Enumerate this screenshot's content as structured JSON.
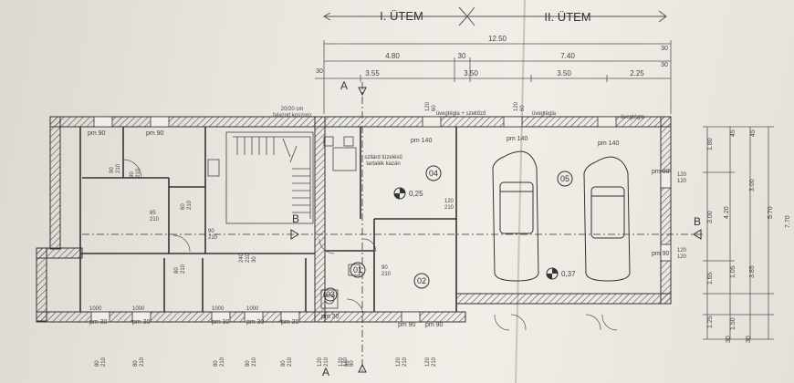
{
  "phases": {
    "phase1": "I. ÜTEM",
    "phase2": "II. ÜTEM"
  },
  "top_dims": {
    "total": "12.50",
    "row2_left": "4.80",
    "row2_mid": "30",
    "row2_right": "7.40",
    "row3_a": "3.55",
    "row3_b": "3.50",
    "row3_c": "3.50",
    "row3_d": "2.25",
    "edge_a": "30",
    "edge_b": "30",
    "edge_c": "30"
  },
  "notes": {
    "falazott_koszoru": "falazott koszorú",
    "falazott_size": "20/20 cm",
    "uvegtegla_szellozo": "üvegtégla + szellőző",
    "uvegtegla_1": "üvegtégla",
    "uvegtegla_2": "üvegtégla",
    "szilard_tuzeles": "szilárd tüzelésű",
    "tartalek_kazan": "tartalék kazán"
  },
  "section_marks": {
    "a_top": "A",
    "a_bottom": "A",
    "b_left": "B",
    "b_right": "B"
  },
  "rooms": {
    "r01": "01",
    "r02": "02",
    "r03": "03",
    "r04": "04",
    "r05": "05"
  },
  "levels": {
    "l1": "0,25",
    "l2": "0,37"
  },
  "parapets": {
    "p1": "pm 90",
    "p2": "pm 90",
    "p3": "pm 140",
    "p4": "pm 140",
    "p5": "pm 140",
    "p6": "pm 90",
    "p7": "pm 30",
    "p8": "pm 30",
    "p9": "pm 30",
    "p10": "pm 30",
    "p11": "pm 30",
    "p12": "pm 30",
    "p13": "pm 90",
    "p14": "pm 90",
    "p15": "pm 90"
  },
  "door_tags": {
    "d1": "90\n210",
    "d2": "90\n210",
    "d3": "85\n210",
    "d4": "90\n210",
    "d5": "120\n60",
    "d6": "120\n60",
    "d7": "120\n120",
    "d8": "120\n120",
    "d9": "60\n210",
    "d10": "120\n210",
    "d11": "90\n210",
    "d12": "240\n210\n30",
    "d13": "80\n210",
    "d14": "1000",
    "d15": "1000",
    "d16": "1000",
    "d17": "1000"
  },
  "bottom_tags": [
    "80\n210",
    "80\n210",
    "80\n210",
    "80\n210",
    "80\n210",
    "120\n80",
    "120\n210",
    "120\n210",
    "120\n210",
    "120\n80"
  ],
  "right_dims": {
    "a": "1.80",
    "b": "45",
    "c": "45",
    "d": "4.20",
    "e": "3.00",
    "f": "3.00",
    "g": "5.70",
    "h": "7.70",
    "i": "1.65",
    "j": "1.05",
    "k": "1.25",
    "l": "1.50",
    "m": "3.85",
    "n": "30",
    "o": "30"
  }
}
